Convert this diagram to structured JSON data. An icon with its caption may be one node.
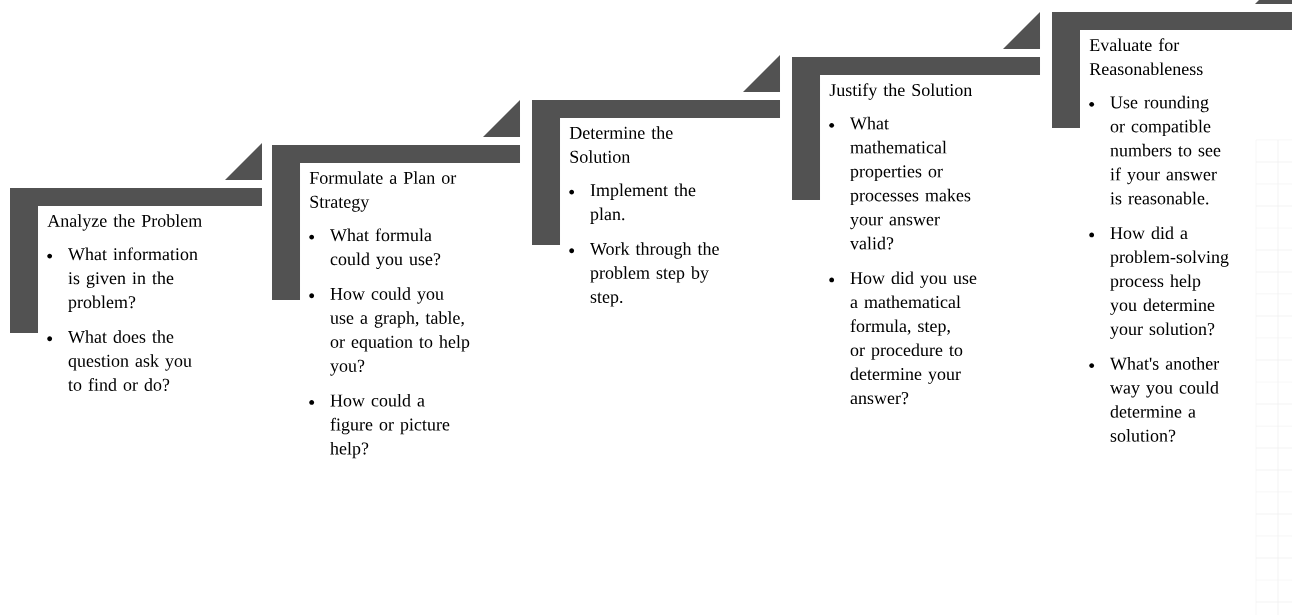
{
  "diagram": {
    "nodes": [
      {
        "text": [
          "Analyze the Problem",
          "What information is given in the problem?",
          "What does the question ask you to find or do?"
        ]
      },
      {
        "text": [
          "Formulate a Plan or Strategy",
          "What formula could you use?",
          "How could you use a graph, table, or equation to help you?",
          "How could a figure or picture help?"
        ]
      },
      {
        "text": [
          "Determine the Solution",
          "Implement the plan.",
          "Work through the problem step by step."
        ]
      },
      {
        "text": [
          "Justify the Solution",
          "What mathematical properties or processes makes your answer valid?",
          "How did you use a mathematical formula, step, or procedure to determine your answer?"
        ]
      },
      {
        "text": [
          "Evaluate for Reasonableness",
          "Use rounding or compatible numbers to see if your answer is reasonable.",
          "How did a problem-solving process help you determine your solution?",
          "What's another way you could determine a solution?"
        ]
      }
    ]
  }
}
